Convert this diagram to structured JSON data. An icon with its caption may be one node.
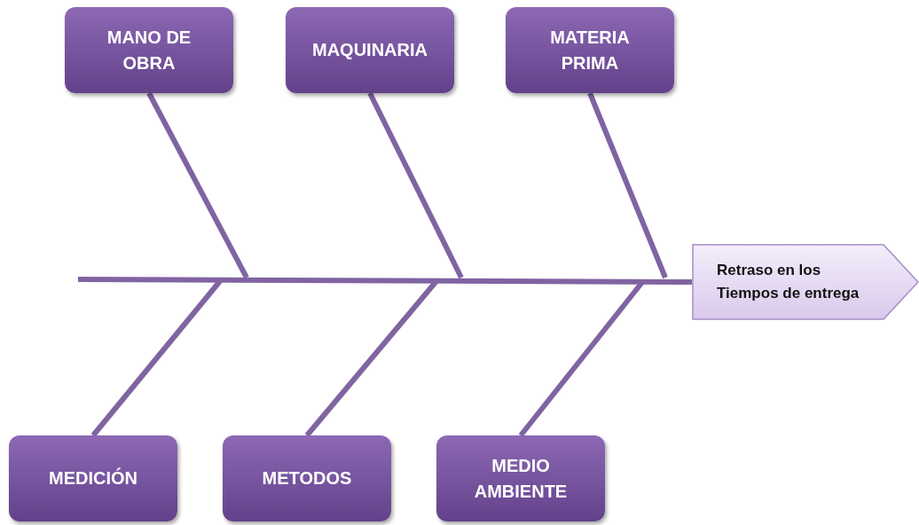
{
  "diagram": {
    "nodes": [
      {
        "text": [
          "MANO DE OBRA"
        ]
      },
      {
        "text": [
          "MAQUINARIA"
        ]
      },
      {
        "text": [
          "MATERIA PRIMA"
        ]
      },
      {
        "text": [
          "MEDICIÓN"
        ]
      },
      {
        "text": [
          "METODOS"
        ]
      },
      {
        "text": [
          "MEDIO AMBIENTE"
        ]
      },
      {
        "text": [
          "Retraso en los Tiempos de entrega"
        ]
      }
    ],
    "edges": [
      {
        "from": null,
        "to": 6,
        "arrow": "none"
      },
      {
        "from": 0,
        "to": null,
        "arrow": "none"
      },
      {
        "from": 1,
        "to": null,
        "arrow": "none"
      },
      {
        "from": 2,
        "to": null,
        "arrow": "none"
      },
      {
        "from": 3,
        "to": null,
        "arrow": "none"
      },
      {
        "from": 4,
        "to": null,
        "arrow": "none"
      },
      {
        "from": 5,
        "to": null,
        "arrow": "none"
      }
    ]
  }
}
